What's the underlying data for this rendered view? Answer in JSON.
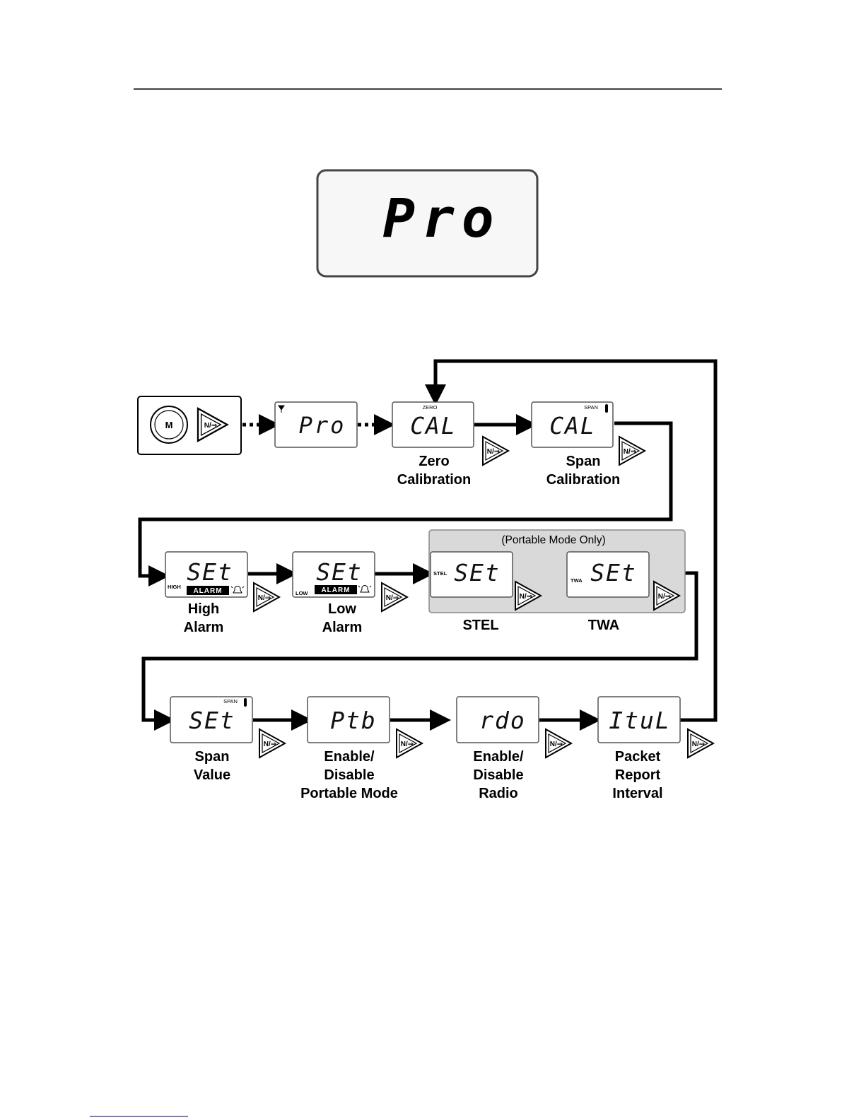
{
  "hero_display": {
    "text": "Pro"
  },
  "buttons": {
    "mode": "M",
    "next": "N/⇒"
  },
  "start_display": {
    "text": "Pro"
  },
  "row1": [
    {
      "id": "zero",
      "display": "CAL",
      "indicator": "ZERO",
      "caption": [
        "Zero",
        "Calibration"
      ]
    },
    {
      "id": "span",
      "display": "CAL",
      "indicator": "SPAN",
      "caption": [
        "Span",
        "Calibration"
      ]
    }
  ],
  "row2": [
    {
      "id": "high",
      "display": "SEt",
      "indicator": "HIGH",
      "alarm": "ALARM",
      "caption": [
        "High",
        "Alarm"
      ]
    },
    {
      "id": "low",
      "display": "SEt",
      "indicator": "LOW",
      "alarm": "ALARM",
      "caption": [
        "Low",
        "Alarm"
      ]
    },
    {
      "id": "stel",
      "display": "SEt",
      "indicator": "STEL",
      "caption": [
        "STEL"
      ]
    },
    {
      "id": "twa",
      "display": "SEt",
      "indicator": "TWA",
      "caption": [
        "TWA"
      ]
    }
  ],
  "portable_note": "(Portable Mode Only)",
  "row3": [
    {
      "id": "spanval",
      "display": "SEt",
      "indicator": "SPAN",
      "caption": [
        "Span",
        "Value"
      ]
    },
    {
      "id": "ptb",
      "display": "Ptb",
      "caption": [
        "Enable/",
        "Disable",
        "Portable Mode"
      ]
    },
    {
      "id": "rdo",
      "display": "rdo",
      "caption": [
        "Enable/",
        "Disable",
        "Radio"
      ]
    },
    {
      "id": "itul",
      "display": "ItuL",
      "caption": [
        "Packet",
        "Report",
        "Interval"
      ]
    }
  ],
  "colors": {
    "line": "#000000",
    "panel": "#d9d9d9",
    "lcd_border": "#555555"
  }
}
